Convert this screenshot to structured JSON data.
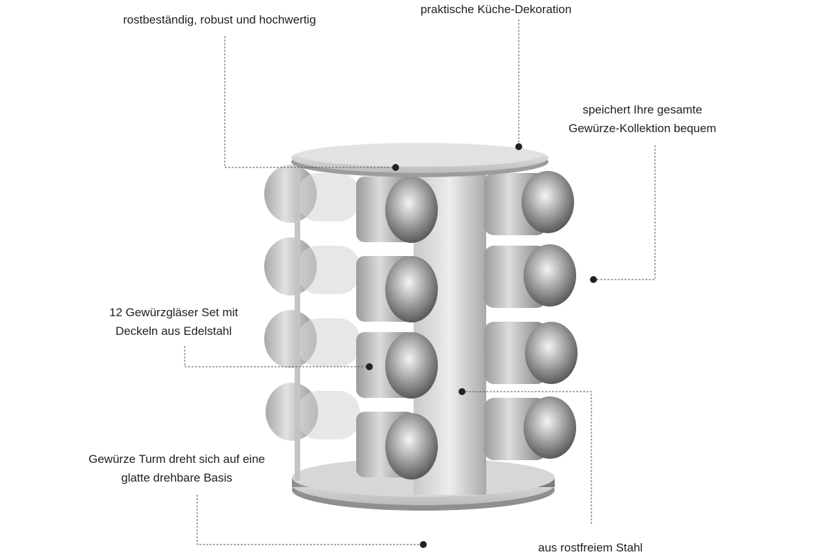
{
  "callouts": {
    "top_left": "rostbeständig, robust und hochwertig",
    "top_center": "praktische Küche-Dekoration",
    "right_line1": "speichert Ihre gesamte",
    "right_line2": "Gewürze-Kollektion bequem",
    "mid_left_line1": "12 Gewürzgläser Set mit",
    "mid_left_line2": "Deckeln aus Edelstahl",
    "low_left_line1": "Gewürze Turm dreht sich auf eine",
    "low_left_line2": "glatte drehbare Basis",
    "bottom_right": "aus rostfreiem Stahl"
  },
  "colors": {
    "steel_light": "#e6e6e6",
    "steel_mid": "#b5b5b5",
    "steel_dark": "#6e6e6e",
    "leader_line": "#555555",
    "dot": "#222222"
  }
}
